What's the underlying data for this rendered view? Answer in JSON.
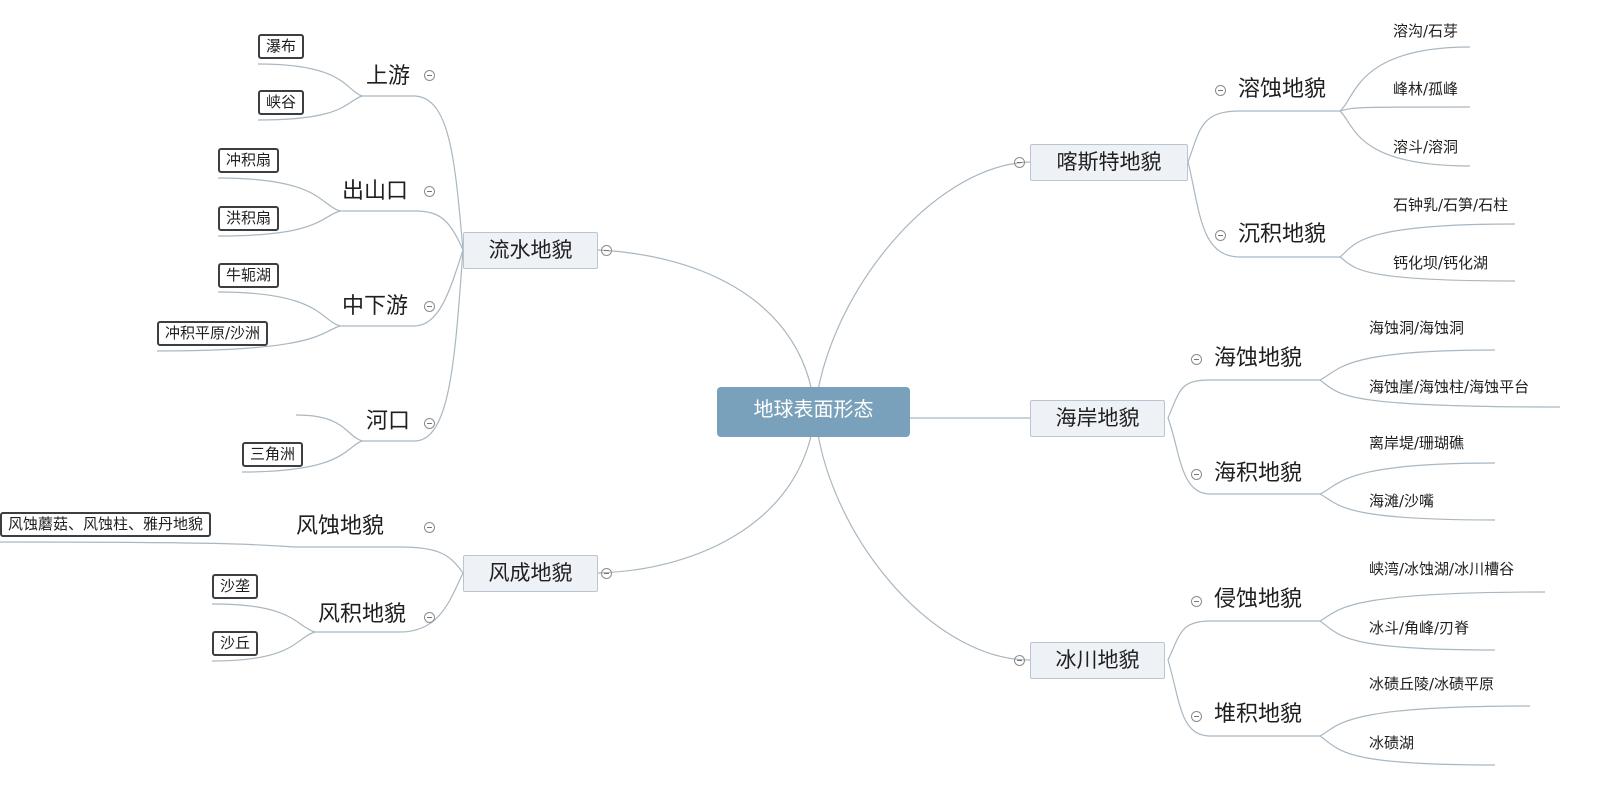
{
  "root": "地球表面形态",
  "left": {
    "fluvial": {
      "title": "流水地貌",
      "upper": {
        "title": "上游",
        "leaves": [
          "瀑布",
          "峡谷"
        ]
      },
      "mouth_of_mountain": {
        "title": "出山口",
        "leaves": [
          "冲积扇",
          "洪积扇"
        ]
      },
      "middle_lower": {
        "title": "中下游",
        "leaves": [
          "牛轭湖",
          "冲积平原/沙洲"
        ]
      },
      "estuary": {
        "title": "河口",
        "leaves": [
          "三角洲"
        ]
      }
    },
    "aeolian": {
      "title": "风成地貌",
      "erosion": {
        "title": "风蚀地貌",
        "leaves": [
          "风蚀蘑菇、风蚀柱、雅丹地貌"
        ]
      },
      "deposition": {
        "title": "风积地貌",
        "leaves": [
          "沙垄",
          "沙丘"
        ]
      }
    }
  },
  "right": {
    "karst": {
      "title": "喀斯特地貌",
      "solution": {
        "title": "溶蚀地貌",
        "leaves": [
          "溶沟/石芽",
          "峰林/孤峰",
          "溶斗/溶洞"
        ]
      },
      "deposition": {
        "title": "沉积地貌",
        "leaves": [
          "石钟乳/石笋/石柱",
          "钙化坝/钙化湖"
        ]
      }
    },
    "coastal": {
      "title": "海岸地貌",
      "erosion": {
        "title": "海蚀地貌",
        "leaves": [
          "海蚀洞/海蚀洞",
          "海蚀崖/海蚀柱/海蚀平台"
        ]
      },
      "deposition": {
        "title": "海积地貌",
        "leaves": [
          "离岸堤/珊瑚礁",
          "海滩/沙嘴"
        ]
      }
    },
    "glacial": {
      "title": "冰川地貌",
      "erosion": {
        "title": "侵蚀地貌",
        "leaves": [
          "峡湾/冰蚀湖/冰川槽谷",
          "冰斗/角峰/刃脊"
        ]
      },
      "deposition": {
        "title": "堆积地貌",
        "leaves": [
          "冰碛丘陵/冰碛平原",
          "冰碛湖"
        ]
      }
    }
  }
}
